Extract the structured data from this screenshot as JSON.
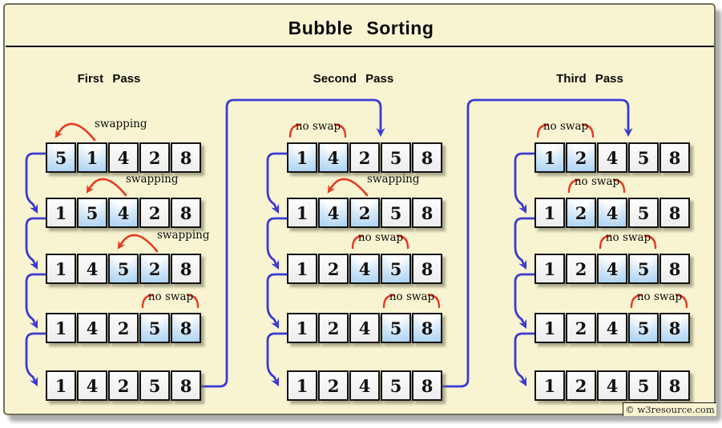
{
  "title": "Bubble Sorting",
  "watermark": "© w3resource.com",
  "colors": {
    "panel_bg": "#f8f4d2",
    "arrow_blue": "#3a3ad2",
    "arrow_red": "#e83a20",
    "highlight_blue": "#a6d0f2"
  },
  "passes": [
    {
      "label": "First Pass",
      "rows": [
        {
          "values": [
            5,
            1,
            4,
            2,
            8
          ],
          "highlight": [
            0,
            1
          ],
          "annotation": "swapping"
        },
        {
          "values": [
            1,
            5,
            4,
            2,
            8
          ],
          "highlight": [
            1,
            2
          ],
          "annotation": "swapping"
        },
        {
          "values": [
            1,
            4,
            5,
            2,
            8
          ],
          "highlight": [
            2,
            3
          ],
          "annotation": "swapping"
        },
        {
          "values": [
            1,
            4,
            2,
            5,
            8
          ],
          "highlight": [
            3,
            4
          ],
          "annotation": "no swap"
        },
        {
          "values": [
            1,
            4,
            2,
            5,
            8
          ],
          "highlight": [],
          "annotation": null
        }
      ]
    },
    {
      "label": "Second Pass",
      "rows": [
        {
          "values": [
            1,
            4,
            2,
            5,
            8
          ],
          "highlight": [
            0,
            1
          ],
          "annotation": "no swap"
        },
        {
          "values": [
            1,
            4,
            2,
            5,
            8
          ],
          "highlight": [
            1,
            2
          ],
          "annotation": "swapping"
        },
        {
          "values": [
            1,
            2,
            4,
            5,
            8
          ],
          "highlight": [
            2,
            3
          ],
          "annotation": "no swap"
        },
        {
          "values": [
            1,
            2,
            4,
            5,
            8
          ],
          "highlight": [
            3,
            4
          ],
          "annotation": "no swap"
        },
        {
          "values": [
            1,
            2,
            4,
            5,
            8
          ],
          "highlight": [],
          "annotation": null
        }
      ]
    },
    {
      "label": "Third Pass",
      "rows": [
        {
          "values": [
            1,
            2,
            4,
            5,
            8
          ],
          "highlight": [
            0,
            1
          ],
          "annotation": "no swap"
        },
        {
          "values": [
            1,
            2,
            4,
            5,
            8
          ],
          "highlight": [
            1,
            2
          ],
          "annotation": "no swap"
        },
        {
          "values": [
            1,
            2,
            4,
            5,
            8
          ],
          "highlight": [
            2,
            3
          ],
          "annotation": "no swap"
        },
        {
          "values": [
            1,
            2,
            4,
            5,
            8
          ],
          "highlight": [
            3,
            4
          ],
          "annotation": "no swap"
        },
        {
          "values": [
            1,
            2,
            4,
            5,
            8
          ],
          "highlight": [],
          "annotation": null
        }
      ]
    }
  ]
}
